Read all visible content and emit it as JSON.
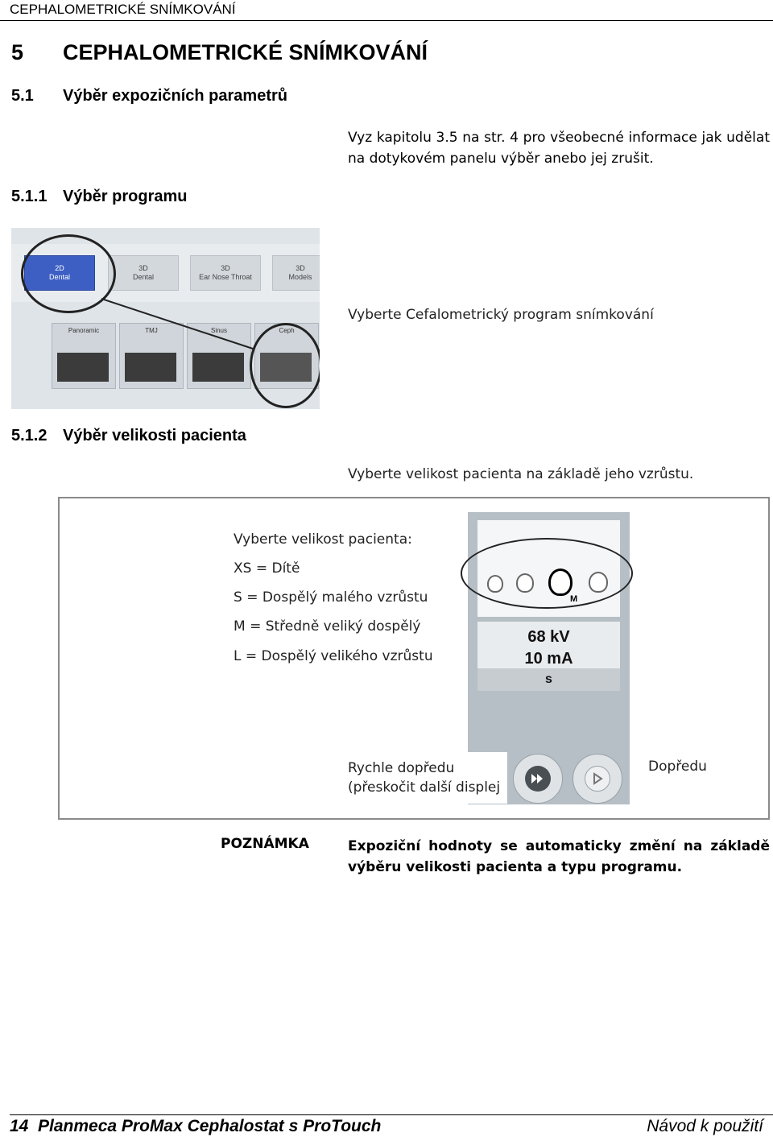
{
  "running_header": "CEPHALOMETRICKÉ SNÍMKOVÁNÍ",
  "chapter": {
    "number": "5",
    "title": "CEPHALOMETRICKÉ SNÍMKOVÁNÍ"
  },
  "section": {
    "number": "5.1",
    "title": "Výběr expozičních parametrů",
    "text": "Vyz kapitolu 3.5 na str. 4 pro všeobecné informace jak udělat na dotykovém panelu výběr anebo jej zrušit."
  },
  "subsection1": {
    "number": "5.1.1",
    "title": "Výběr programu",
    "caption": "Vyberte Cefalometrický program snímkování",
    "program_buttons": [
      {
        "line1": "2D",
        "line2": "Dental"
      },
      {
        "line1": "3D",
        "line2": "Dental"
      },
      {
        "line1": "3D",
        "line2": "Ear Nose Throat"
      },
      {
        "line1": "3D",
        "line2": "Models"
      }
    ],
    "mode_buttons": [
      "Panoramic",
      "TMJ",
      "Sinus",
      "Ceph"
    ]
  },
  "subsection2": {
    "number": "5.1.2",
    "title": "Výběr velikosti pacienta",
    "caption": "Vyberte velikost pacienta na základě jeho vzrůstu.",
    "size_lines": [
      "Vyberte velikost pacienta:",
      "XS = Dítě",
      "S = Dospělý malého vzrůstu",
      "M = Středně veliký dospělý",
      "L = Dospělý velikého vzrůstu"
    ],
    "panel": {
      "selected_size": "M",
      "kv": "68 kV",
      "ma": "10 mA",
      "time": "s"
    },
    "fast_forward_label_1": "Rychle dopředu",
    "fast_forward_label_2": "(přeskočit další displej",
    "forward_label": "Dopředu"
  },
  "note": {
    "label": "POZNÁMKA",
    "text": "Expoziční hodnoty se automaticky změní na základě výběru velikosti pacienta a typu programu."
  },
  "footer": {
    "left": "14  Planmeca ProMax Cephalostat s ProTouch",
    "right": "Návod k použití"
  }
}
